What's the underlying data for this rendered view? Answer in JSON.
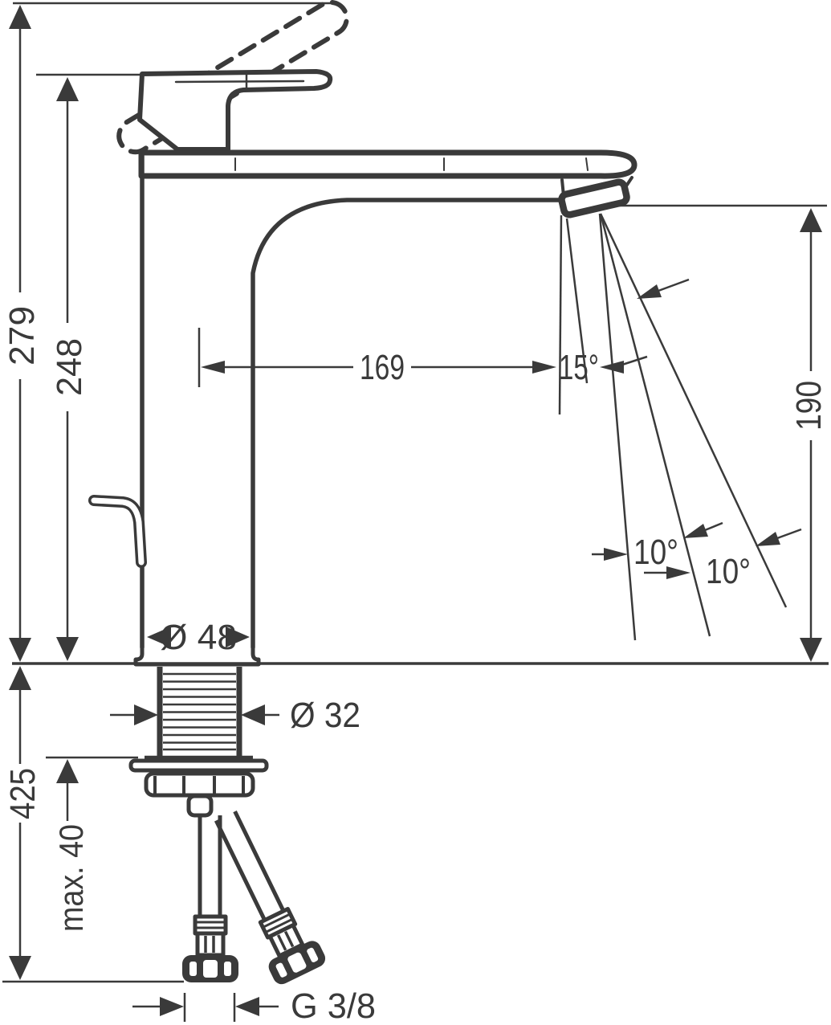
{
  "colors": {
    "ink": "#3a3a3a",
    "background": "#ffffff"
  },
  "labels": {
    "total_height": "279",
    "handle_height": "248",
    "spout_reach": "169",
    "spout_tilt": "15°",
    "swivel_left": "10°",
    "swivel_right": "10°",
    "outlet_height": "190",
    "body_diameter": "Ø 48",
    "shank_diameter": "Ø 32",
    "hose_drop": "425",
    "max_deck_thickness": "max. 40",
    "thread": "G 3/8"
  }
}
